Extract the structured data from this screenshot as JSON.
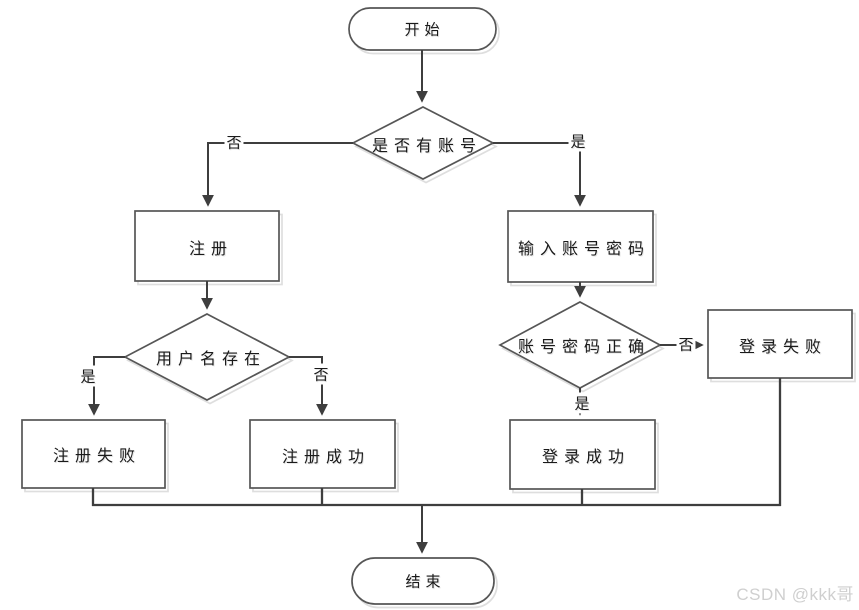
{
  "watermark": "CSDN @kkk哥",
  "diagram": {
    "type": "flowchart",
    "description": "login-registration-flow",
    "nodes": {
      "start": {
        "label": "开始",
        "shape": "terminator"
      },
      "has_account": {
        "label": "是否有账号",
        "shape": "decision"
      },
      "register": {
        "label": "注册",
        "shape": "process"
      },
      "username_exists": {
        "label": "用户名存在",
        "shape": "decision"
      },
      "register_fail": {
        "label": "注册失败",
        "shape": "process"
      },
      "register_success": {
        "label": "注册成功",
        "shape": "process"
      },
      "input_credentials": {
        "label": "输入账号密码",
        "shape": "process"
      },
      "credentials_correct": {
        "label": "账号密码正确",
        "shape": "decision"
      },
      "login_fail": {
        "label": "登录失败",
        "shape": "process"
      },
      "login_success": {
        "label": "登录成功",
        "shape": "process"
      },
      "end": {
        "label": "结束",
        "shape": "terminator"
      }
    },
    "branch_labels": {
      "has_account_no": "否",
      "has_account_yes": "是",
      "username_exists_yes": "是",
      "username_exists_no": "否",
      "credentials_correct_no": "否",
      "credentials_correct_yes": "是"
    },
    "colors": {
      "line": "#3e3e3e",
      "shape_border": "#565656",
      "shape_fill": "#ffffff",
      "shape_shadow": "#dedede",
      "text": "#1a1a1a",
      "watermark": "#cfcfcf",
      "background": "#ffffff"
    }
  }
}
